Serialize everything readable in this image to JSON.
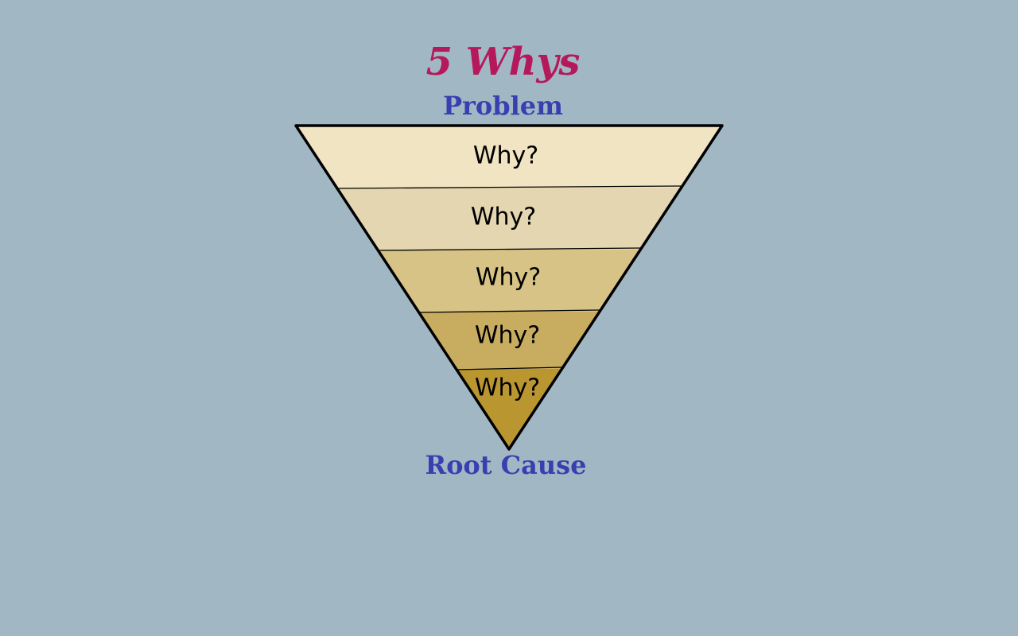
{
  "title": "5 Whys",
  "top_label": "Problem",
  "bottom_label": "Root Cause",
  "levels": [
    {
      "label": "Why?",
      "color": "#f0e4c2"
    },
    {
      "label": "Why?",
      "color": "#e3d6b0"
    },
    {
      "label": "Why?",
      "color": "#d6c385"
    },
    {
      "label": "Why?",
      "color": "#c8ad60"
    },
    {
      "label": "Why?",
      "color": "#b9962f"
    }
  ],
  "colors": {
    "background": "#a1b8c4",
    "title": "#b5195b",
    "labels": "#3a3fb0",
    "outline": "#000000"
  }
}
